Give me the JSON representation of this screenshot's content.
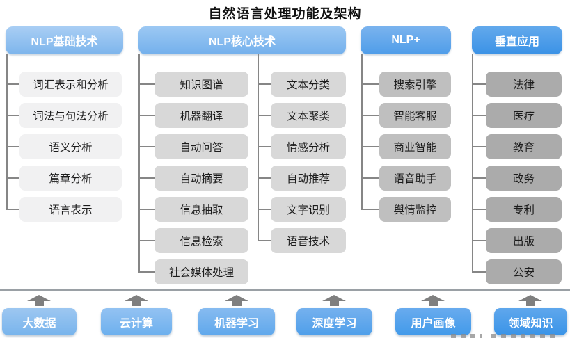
{
  "title": "自然语言处理功能及架构",
  "columns": [
    {
      "id": "nlp-basic",
      "header": "NLP基础技术",
      "items": [
        "词汇表示和分析",
        "词法与句法分析",
        "语义分析",
        "篇章分析",
        "语言表示"
      ]
    },
    {
      "id": "nlp-core",
      "header": "NLP核心技术",
      "items_left": [
        "知识图谱",
        "机器翻译",
        "自动问答",
        "自动摘要",
        "信息抽取",
        "信息检索",
        "社会媒体处理"
      ],
      "items_right": [
        "文本分类",
        "文本聚类",
        "情感分析",
        "自动推荐",
        "文字识别",
        "语音技术"
      ]
    },
    {
      "id": "nlp-plus",
      "header": "NLP+",
      "items": [
        "搜索引擎",
        "智能客服",
        "商业智能",
        "语音助手",
        "舆情监控"
      ]
    },
    {
      "id": "vertical-apps",
      "header": "垂直应用",
      "items": [
        "法律",
        "医疗",
        "教育",
        "政务",
        "专利",
        "出版",
        "公安"
      ]
    }
  ],
  "foundation": [
    "大数据",
    "云计算",
    "机器学习",
    "深度学习",
    "用户画像",
    "领域知识"
  ],
  "colors": {
    "header_blue_lightest": "#8fc0f0",
    "header_blue_strongest": "#3e96e8",
    "item_gray_col1": "#f1f1f2",
    "item_gray_col2": "#d8d8d8",
    "item_gray_col3": "#bfbfbf",
    "item_gray_col4": "#ababab",
    "connector_gray": "#868686",
    "arrow_gray": "#7f7f7f",
    "foundation_blue_left": "#78b4ec",
    "foundation_blue_right": "#3a94e8"
  }
}
